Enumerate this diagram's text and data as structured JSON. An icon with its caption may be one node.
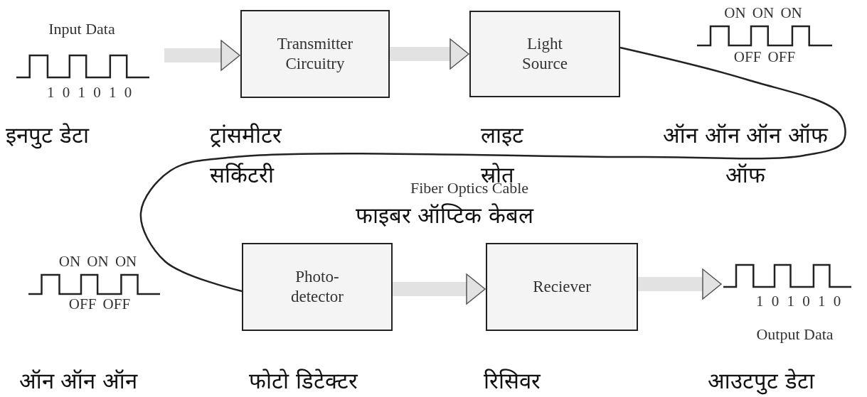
{
  "diagram": {
    "nodes": [
      {
        "text": [
          "Input Data",
          "1 0 1 0 1 0"
        ],
        "beside": [
          "इनपुट डेटा"
        ]
      },
      {
        "text": [
          "Transmitter Circuitry"
        ],
        "beside": [
          "ट्रांसमीटर सर्किटरी"
        ]
      },
      {
        "text": [
          "Light Source"
        ],
        "beside": [
          "लाइट स्रोत"
        ]
      },
      {
        "text": [
          "Photo- detector"
        ],
        "beside": [
          "फोटो डिटेक्टर"
        ]
      },
      {
        "text": [
          "Reciever"
        ],
        "beside": [
          "रिसिवर"
        ]
      },
      {
        "text": [
          "1 0 1 0 1 0",
          "Output Data"
        ],
        "beside": [
          "आउटपुट डेटा"
        ]
      }
    ],
    "edges": [
      {
        "from": 0,
        "to": 1,
        "arrow": "to"
      },
      {
        "from": 1,
        "to": 2,
        "arrow": "to"
      },
      {
        "from": 2,
        "to": 3,
        "arrow": "none",
        "color": "#222222"
      },
      {
        "from": 3,
        "to": 4,
        "arrow": "to"
      },
      {
        "from": 4,
        "to": 5,
        "arrow": "to"
      }
    ],
    "labels": [
      "ON ON ON",
      "OFF OFF",
      "ऑन ऑन ऑन ऑफ ऑफ",
      "Fiber Optics Cable",
      "फाइबर ऑप्टिक केबल",
      "ON ON ON",
      "OFF OFF",
      "ऑन ऑन ऑन"
    ]
  }
}
